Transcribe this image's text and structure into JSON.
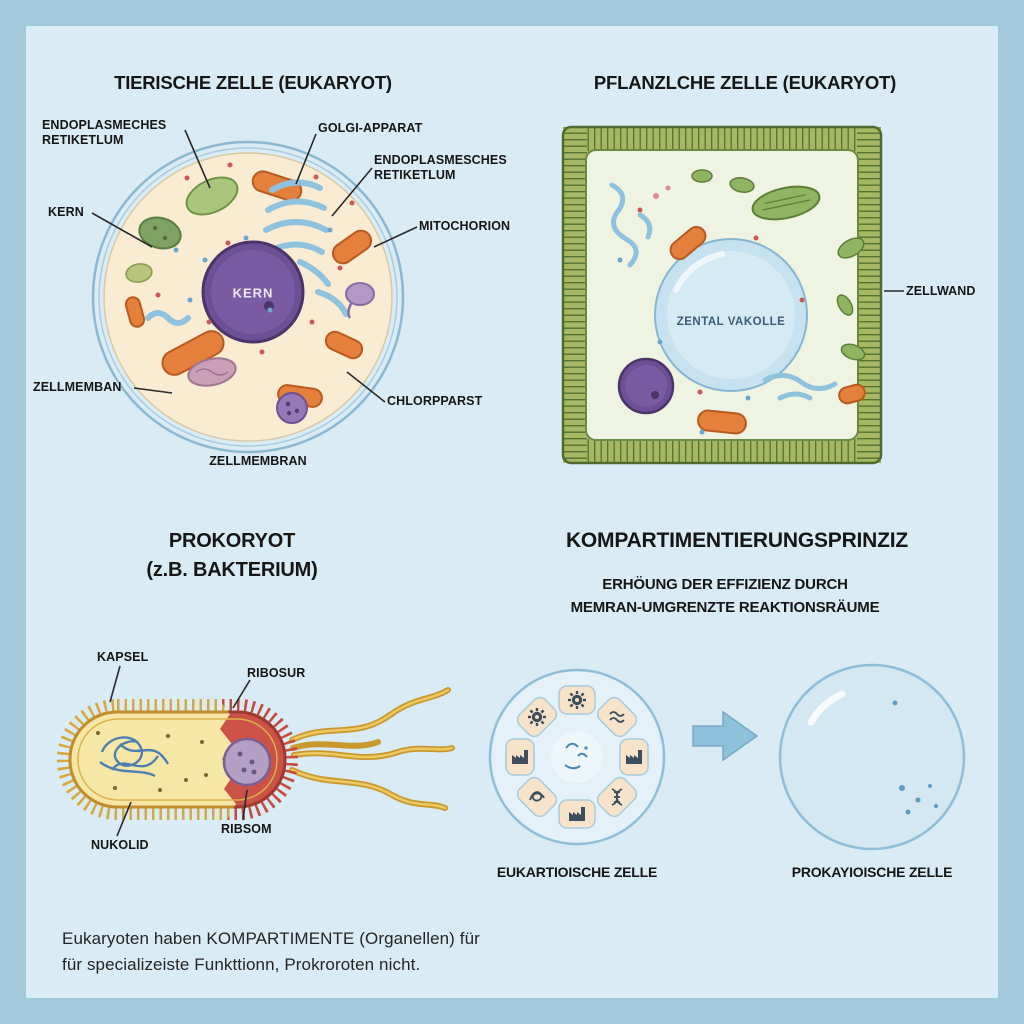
{
  "colors": {
    "frame": "#a2c8da",
    "panel": "#d9ebf4",
    "membrane_blue": "#8bb9d2",
    "cell_cream": "#f9ecd2",
    "nucleus_purple": "#6c4f94",
    "organelle_orange": "#e57f3c",
    "organelle_green": "#8fb562",
    "er_blue": "#8ec2de",
    "wall_green": "#a6b864",
    "bacterium_yellow": "#f6e7a6",
    "bacterium_red": "#cc5147",
    "arrow_blue": "#8fc2da",
    "icon_dark": "#3d4d5c"
  },
  "animal": {
    "title": "TIERISCHE ZELLE (EUKARYOT)",
    "labels": {
      "er_left": "ENDOPLASMECHES\nRETIKETLUM",
      "golgi": "GOLGI-APPARAT",
      "er_right": "ENDOPLASMESCHES\nRETIKETLUM",
      "mitochondrion": "MITOCHORION",
      "kern_pointer": "KERN",
      "kern_nucleus": "KERN",
      "membrane_left": "ZELLMEMBAN",
      "chloroplast": "CHLORPPARST",
      "membrane_bottom": "ZELLMEMBRAN"
    }
  },
  "plant": {
    "title": "PFLANZLCHE ZELLE (EUKARYOT)",
    "labels": {
      "cell_wall": "ZELLWAND",
      "vacuole": "ZENTAL VAKOLLE"
    }
  },
  "prokaryote": {
    "title": "PROKORYOT\n(z.B. BAKTERIUM)",
    "labels": {
      "kapsel": "KAPSEL",
      "ribosur": "RIBOSUR",
      "nukolid": "NUKOLID",
      "ribsom": "RIBSOM"
    }
  },
  "compartment": {
    "title": "KOMPARTIMENTIERUNGSPRINZIZ",
    "subtitle": "ERHÖUNG DER EFFIZIENZ DURCH\nMEMRAN-UMGRENZTE REAKTIONSRÄUME",
    "left_label": "EUKARTIOISCHE ZELLE",
    "right_label": "PROKAYIOISCHE ZELLE",
    "icons": [
      "gear",
      "waves",
      "factory",
      "dna",
      "factory",
      "scribble",
      "factory",
      "gear"
    ],
    "arrow_icon": "right-arrow"
  },
  "footer": {
    "text": "Eukaryoten haben KOMPARTIMENTE (Organellen) für\nfür specializeiste Funkttionn, Prokroroten nicht."
  }
}
